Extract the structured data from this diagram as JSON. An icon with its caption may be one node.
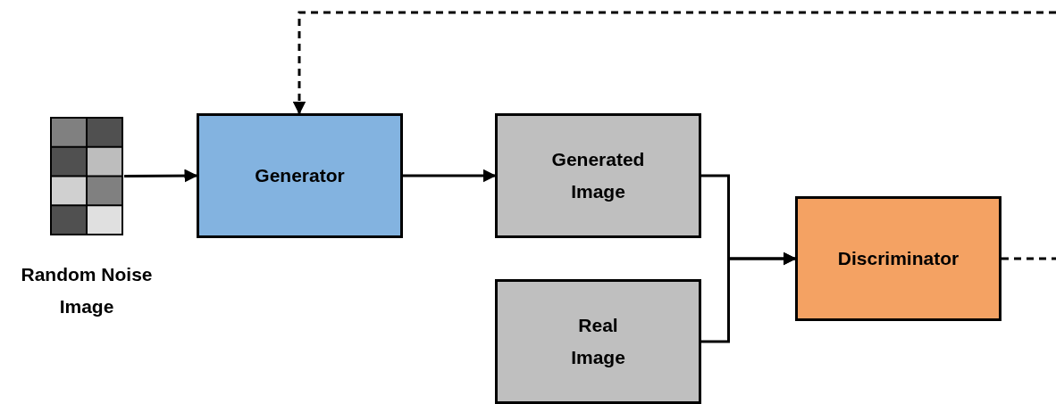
{
  "diagram": {
    "nodes": [
      {
        "text": [],
        "shape": "picture",
        "beside": [
          "Random Noise Image"
        ]
      },
      {
        "text": [
          "Generator"
        ]
      },
      {
        "text": [
          "Generated Image"
        ]
      },
      {
        "text": [
          "Real Image"
        ]
      },
      {
        "text": [
          "Discriminator"
        ]
      }
    ],
    "edges": [
      {
        "from": 0,
        "to": 1,
        "arrow": "to"
      },
      {
        "from": 1,
        "to": 2,
        "arrow": "to"
      },
      {
        "from": 2,
        "to": 4,
        "arrow": "to"
      },
      {
        "from": 3,
        "to": 4,
        "arrow": "to"
      },
      {
        "from": null,
        "to": 1,
        "arrow": "to",
        "style": "dashed"
      },
      {
        "from": 4,
        "to": null,
        "arrow": "none",
        "style": "dashed"
      }
    ]
  }
}
